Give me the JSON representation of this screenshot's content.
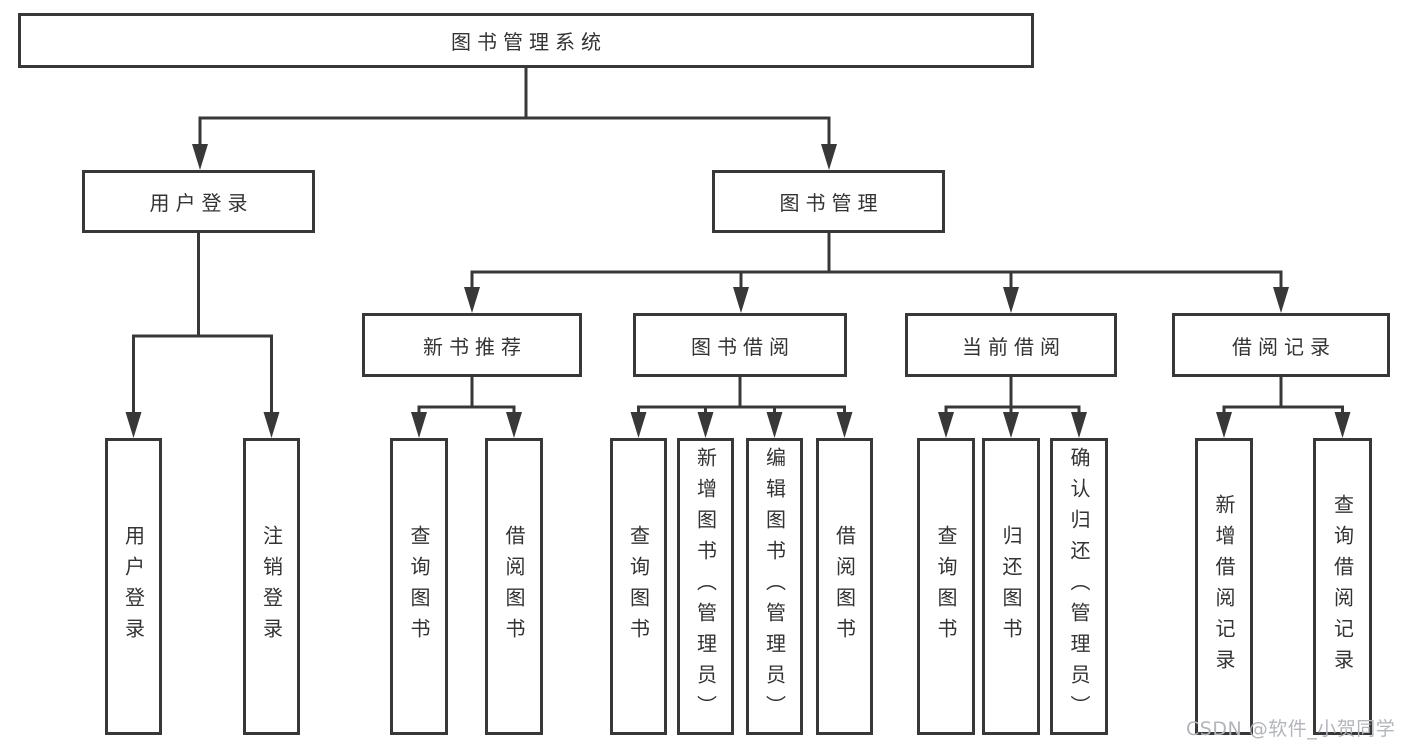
{
  "diagram": {
    "title": "图书管理系统",
    "root": {
      "label": "图书管理系统",
      "children": [
        {
          "label": "用户登录",
          "children": [
            {
              "label": "用户登录"
            },
            {
              "label": "注销登录"
            }
          ]
        },
        {
          "label": "图书管理",
          "children": [
            {
              "label": "新书推荐",
              "children": [
                {
                  "label": "查询图书"
                },
                {
                  "label": "借阅图书"
                }
              ]
            },
            {
              "label": "图书借阅",
              "children": [
                {
                  "label": "查询图书"
                },
                {
                  "label": "新增图书（管理员）"
                },
                {
                  "label": "编辑图书（管理员）"
                },
                {
                  "label": "借阅图书"
                }
              ]
            },
            {
              "label": "当前借阅",
              "children": [
                {
                  "label": "查询图书"
                },
                {
                  "label": "归还图书"
                },
                {
                  "label": "确认归还（管理员）"
                }
              ]
            },
            {
              "label": "借阅记录",
              "children": [
                {
                  "label": "新增借阅记录"
                },
                {
                  "label": "查询借阅记录"
                }
              ]
            }
          ]
        }
      ]
    }
  },
  "watermark": {
    "text": "CSDN @软件_小贺同学"
  },
  "colors": {
    "line": "#383838",
    "box_border": "#383838",
    "box_background": "#ffffff",
    "text": "#333333",
    "watermark": "#b2b5ba"
  }
}
